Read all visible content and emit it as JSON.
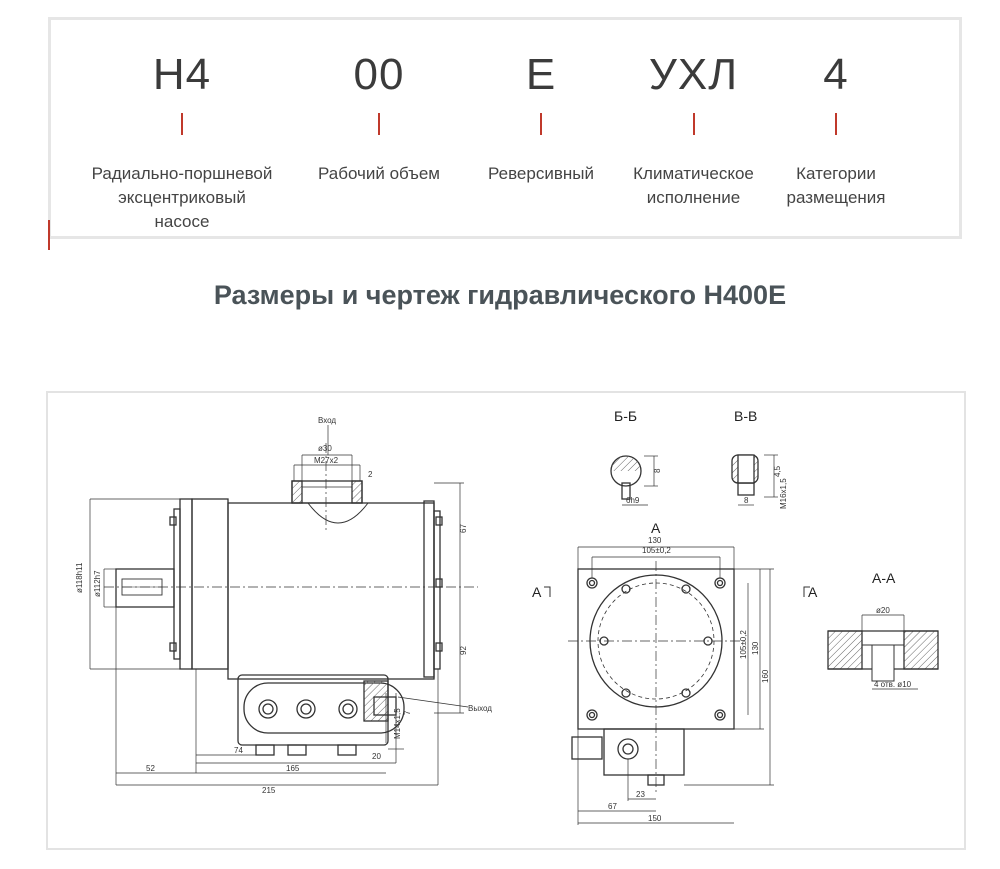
{
  "code_breakdown": [
    {
      "code": "Н4",
      "description": "Радиально-поршневой\nэксцентриковый\nнасосе"
    },
    {
      "code": "00",
      "description": "Рабочий объем"
    },
    {
      "code": "Е",
      "description": "Реверсивный"
    },
    {
      "code": "УХЛ",
      "description": "Климатическое\nисполнение"
    },
    {
      "code": "4",
      "description": "Категории\nразмещения"
    }
  ],
  "section_title": "Размеры и чертеж гидравлического Н400Е",
  "drawing": {
    "view_labels": {
      "bb": "Б-Б",
      "vv": "В-В",
      "a_top": "А",
      "a_left": "А",
      "a_right": "А",
      "aa": "А-А"
    },
    "dims": {
      "vkhod": "Вход",
      "d30": "ø30",
      "m27": "М27х2",
      "two": "2",
      "d1": "ø118h11",
      "d2": "ø112h7",
      "d67": "67",
      "d92": "92",
      "vykhod": "Выход",
      "d7": "7",
      "m14": "М14х1,5",
      "d74": "74",
      "d165": "165",
      "d52": "52",
      "d215": "215",
      "d20": "20",
      "bb_dim": "8",
      "bb_dim2": "6h9",
      "vv_dim": "4,5",
      "vv_dim2": "М16х1,5",
      "vv_dim3": "8",
      "w1": "130",
      "w2": "105±0,2",
      "h1": "105±0,2",
      "h2": "130",
      "h3": "160",
      "b1": "23",
      "b2": "67",
      "b3": "150",
      "aa1": "ø20",
      "aa2": "4 отв. ø10"
    }
  }
}
